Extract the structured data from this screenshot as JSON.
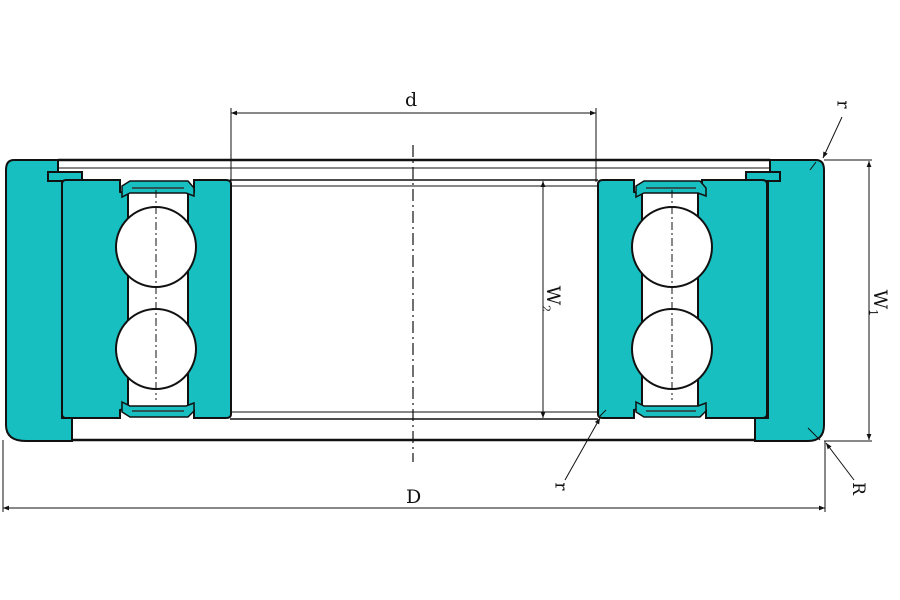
{
  "drawing": {
    "title": "Double-row angular contact ball bearing cross-section",
    "fill_color": "#18BFC0",
    "line_color": "#111111"
  },
  "dimensions": {
    "d": "d",
    "D": "D",
    "W1": "W",
    "W1_sub": "1",
    "W2": "W",
    "W2_sub": "2",
    "r_top": "r",
    "r_bottom": "r",
    "R": "R"
  }
}
